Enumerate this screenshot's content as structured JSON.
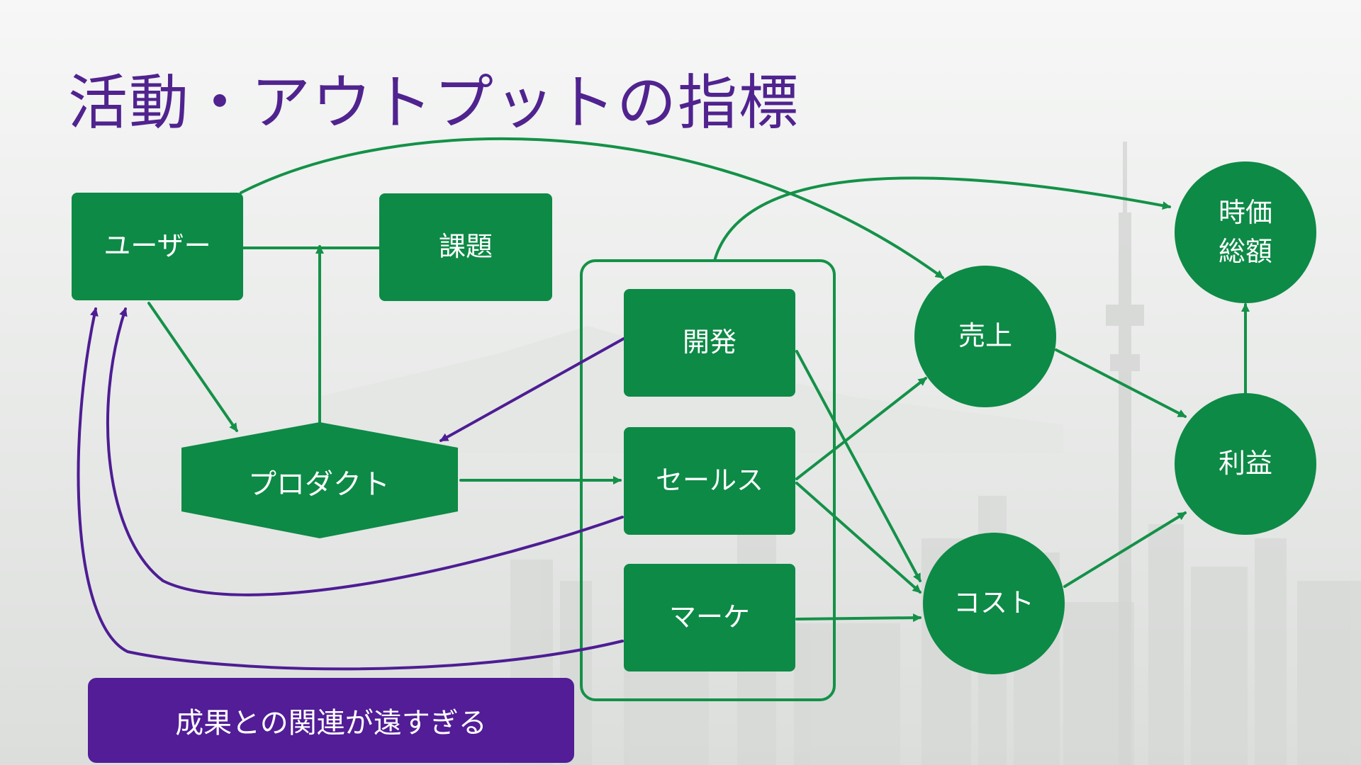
{
  "slide": {
    "title": "活動・アウトプットの指標",
    "callout": "成果との関連が遠すぎる",
    "colors": {
      "green": "#0d8a46",
      "purple": "#521d97",
      "title": "#50238f",
      "background": "#f6f7f6"
    }
  },
  "nodes": {
    "user": "ユーザー",
    "issue": "課題",
    "product": "プロダクト",
    "dev": "開発",
    "sales": "セールス",
    "marketing": "マーケ",
    "revenue": "売上",
    "cost": "コスト",
    "profit": "利益",
    "market_cap_line1": "時価",
    "market_cap_line2": "総額"
  }
}
